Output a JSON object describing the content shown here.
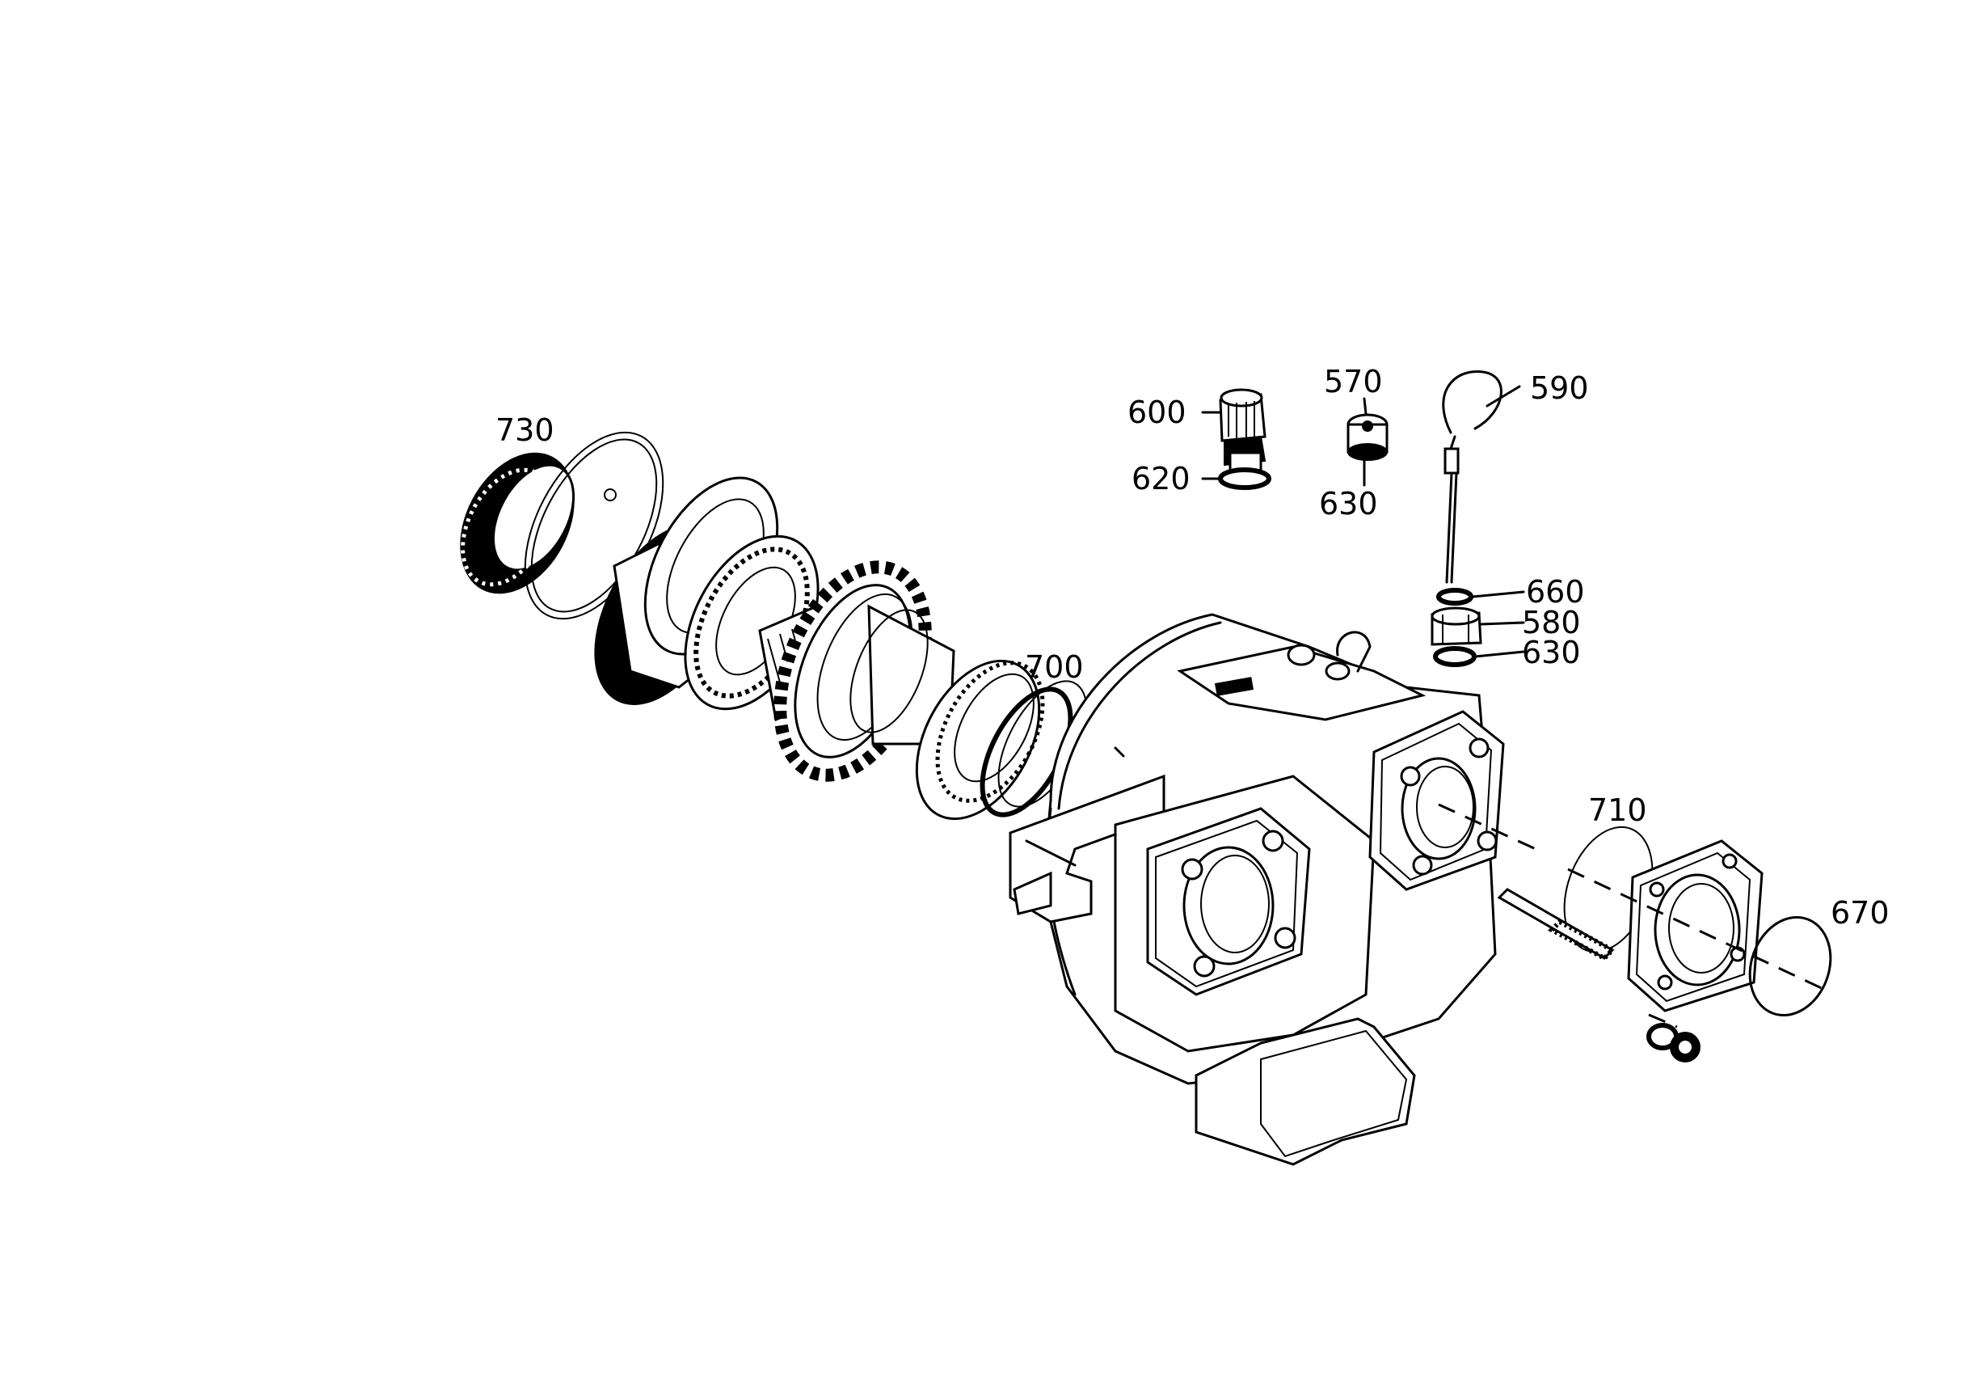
{
  "parts": [
    {
      "number": "730"
    },
    {
      "number": "600"
    },
    {
      "number": "620"
    },
    {
      "number": "570"
    },
    {
      "number": "630"
    },
    {
      "number": "590"
    },
    {
      "number": "660"
    },
    {
      "number": "580"
    },
    {
      "number": "630"
    },
    {
      "number": "700"
    },
    {
      "number": "710"
    },
    {
      "number": "670"
    }
  ]
}
